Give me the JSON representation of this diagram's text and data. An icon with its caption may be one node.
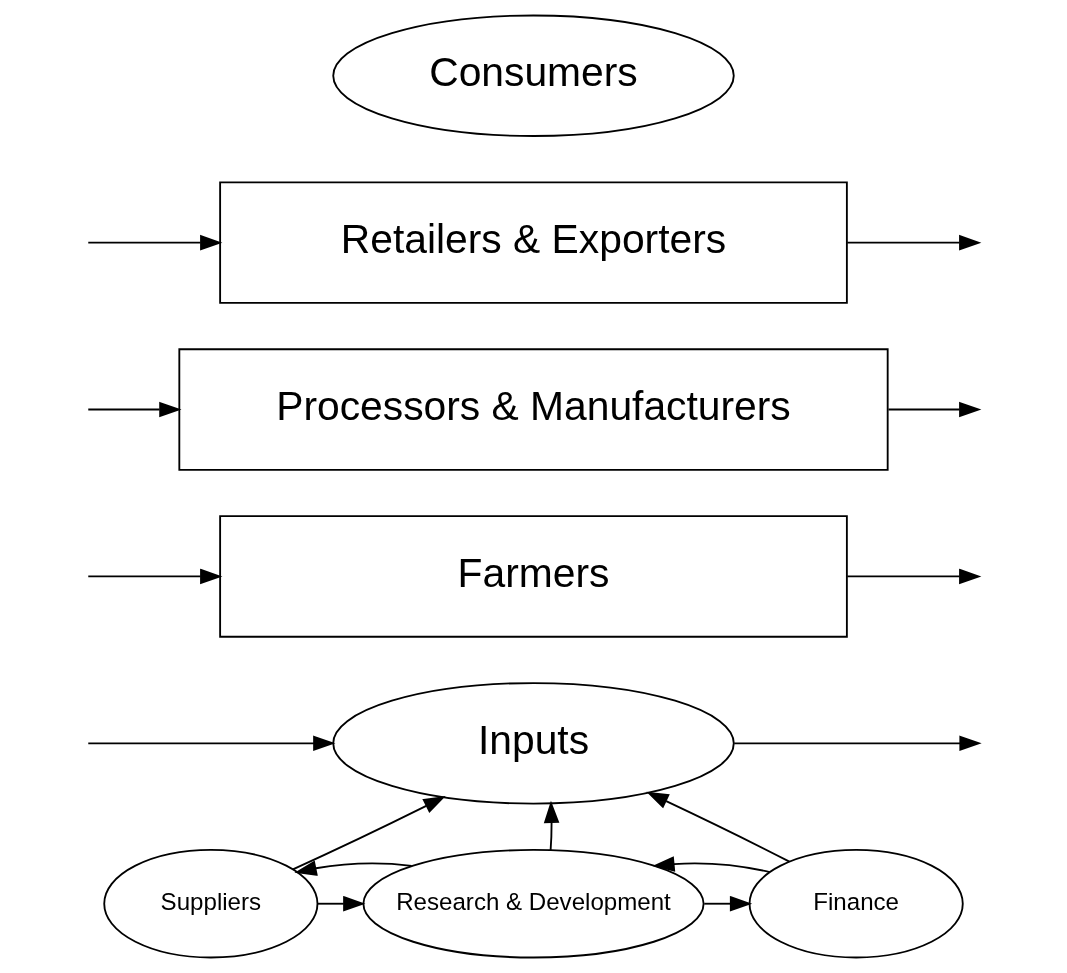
{
  "diagram": {
    "nodes": [
      {
        "text": [
          "Consumers"
        ]
      },
      {
        "text": [
          "Retailers & Exporters"
        ]
      },
      {
        "text": [
          "Processors & Manufacturers"
        ]
      },
      {
        "text": [
          "Farmers"
        ]
      },
      {
        "text": [
          "Inputs"
        ]
      },
      {
        "text": [
          "Suppliers"
        ]
      },
      {
        "text": [
          "Research & Development"
        ]
      },
      {
        "text": [
          "Finance"
        ]
      }
    ],
    "edges": [
      {
        "from": 5,
        "to": 4,
        "arrow": "to"
      },
      {
        "from": 6,
        "to": 4,
        "arrow": "to"
      },
      {
        "from": 7,
        "to": 4,
        "arrow": "to"
      },
      {
        "from": 5,
        "to": 6,
        "arrow": "to"
      },
      {
        "from": 6,
        "to": 7,
        "arrow": "to"
      },
      {
        "from": 6,
        "to": 5,
        "arrow": "to"
      },
      {
        "from": 7,
        "to": 6,
        "arrow": "to"
      },
      {
        "from": null,
        "to": 1,
        "arrow": "to"
      },
      {
        "from": null,
        "to": 2,
        "arrow": "to"
      },
      {
        "from": null,
        "to": 3,
        "arrow": "to"
      },
      {
        "from": 4,
        "to": null,
        "arrow": "to"
      },
      {
        "from": null,
        "to": 4,
        "arrow": "to"
      },
      {
        "from": 3,
        "to": null,
        "arrow": "to"
      },
      {
        "from": 2,
        "to": null,
        "arrow": "to"
      },
      {
        "from": 1,
        "to": null,
        "arrow": "to"
      }
    ]
  }
}
